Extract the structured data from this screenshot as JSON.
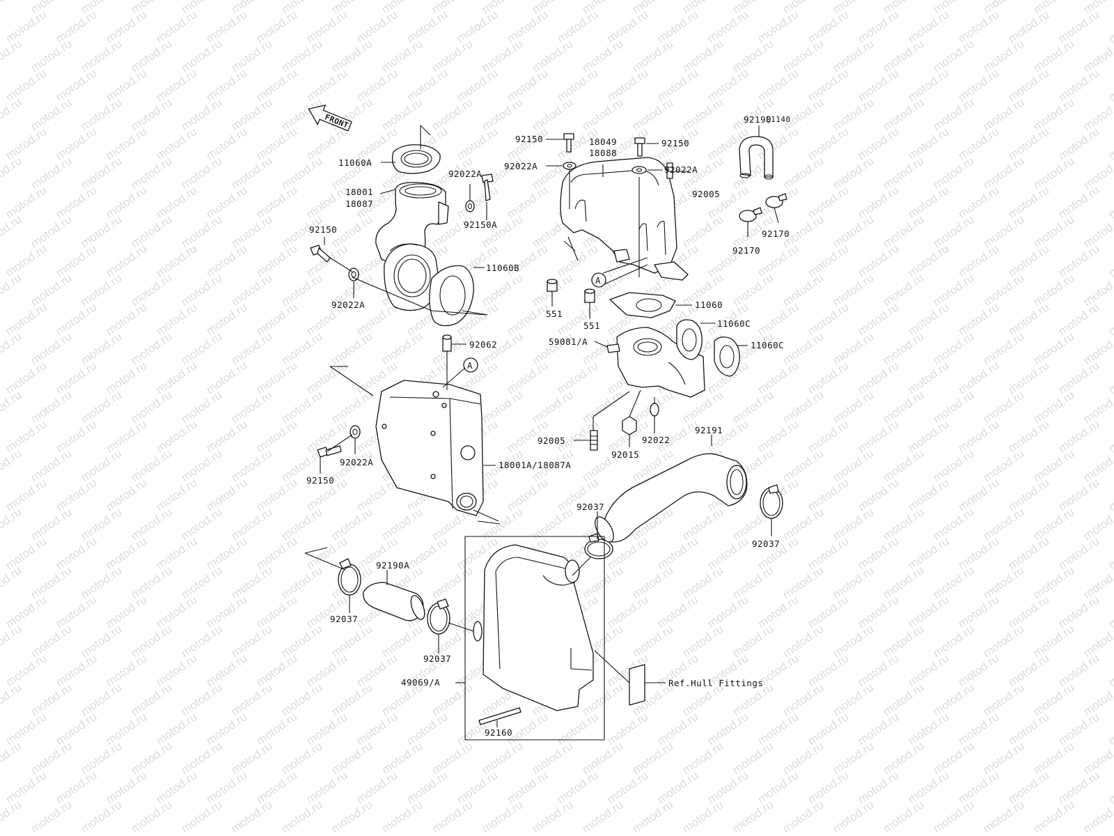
{
  "diagram_code": "E1140",
  "front_arrow_label": "FRONT",
  "watermark_text": "motod.ru",
  "ref_marker": "A",
  "parts": {
    "p11060A": "11060A",
    "p92022A_top": "92022A",
    "p18001": "18001",
    "p18087": "18087",
    "p92150A": "92150A",
    "p92150_left": "92150",
    "p11060B": "11060B",
    "p92022A_left": "92022A",
    "p92150_t1": "92150",
    "p18049": "18049",
    "p18088": "18088",
    "p92150_t2": "92150",
    "p92022A_t1": "92022A",
    "p92022A_t2": "92022A",
    "p92005_top": "92005",
    "p92190": "92190",
    "p92170_r": "92170",
    "p92170_l": "92170",
    "p551_l": "551",
    "p551_r": "551",
    "p11060": "11060",
    "p11060C_1": "11060C",
    "p11060C_2": "11060C",
    "p59081A": "59081/A",
    "p92062": "92062",
    "p92005_bot": "92005",
    "p92015": "92015",
    "p92022": "92022",
    "p92191": "92191",
    "p92022A_mid": "92022A",
    "p92150_mid": "92150",
    "p18001A": "18001A/18087A",
    "p92037_center": "92037",
    "p92037_right": "92037",
    "p92190A": "92190A",
    "p92037_left": "92037",
    "p92037_mid": "92037",
    "p49069A": "49069/A",
    "p92160": "92160"
  },
  "ref_note": "Ref.Hull Fittings"
}
